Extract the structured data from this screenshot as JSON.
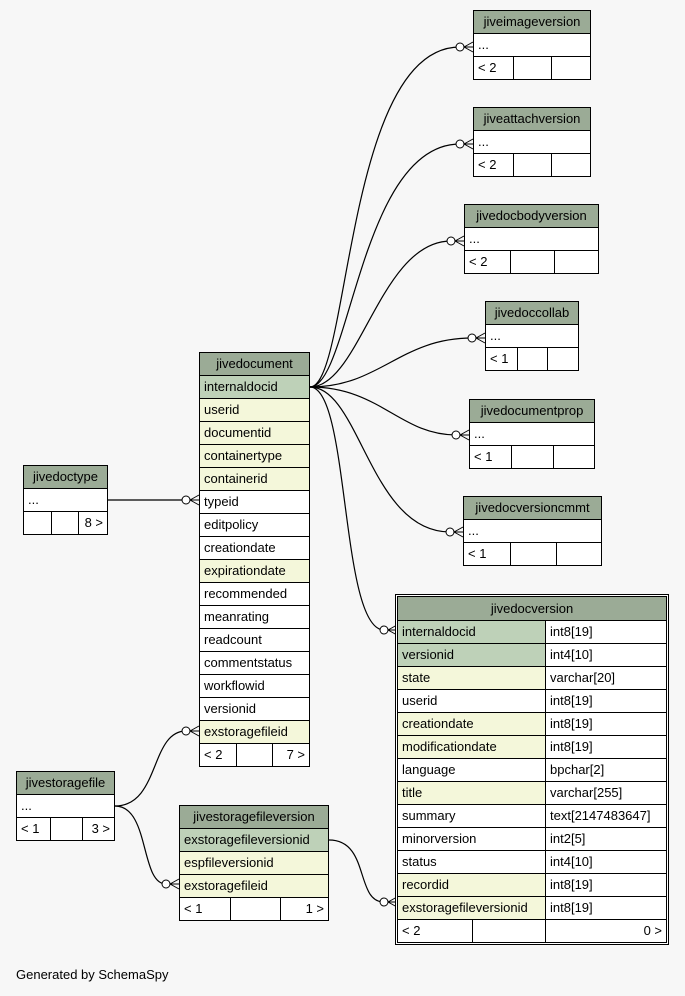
{
  "footer": {
    "generated_by": "Generated by SchemaSpy"
  },
  "tables": {
    "jiveimageversion": {
      "name": "jiveimageversion",
      "cols": [
        "..."
      ],
      "foot": [
        "< 2",
        "",
        ""
      ]
    },
    "jiveattachversion": {
      "name": "jiveattachversion",
      "cols": [
        "..."
      ],
      "foot": [
        "< 2",
        "",
        ""
      ]
    },
    "jivedocbodyversion": {
      "name": "jivedocbodyversion",
      "cols": [
        "..."
      ],
      "foot": [
        "< 2",
        "",
        ""
      ]
    },
    "jivedoccollab": {
      "name": "jivedoccollab",
      "cols": [
        "..."
      ],
      "foot": [
        "< 1",
        "",
        ""
      ]
    },
    "jivedocumentprop": {
      "name": "jivedocumentprop",
      "cols": [
        "..."
      ],
      "foot": [
        "< 1",
        "",
        ""
      ]
    },
    "jivedocversioncmmt": {
      "name": "jivedocversioncmmt",
      "cols": [
        "..."
      ],
      "foot": [
        "< 1",
        "",
        ""
      ]
    },
    "jivedoctype": {
      "name": "jivedoctype",
      "cols": [
        "..."
      ],
      "foot": [
        "",
        "",
        "8 >"
      ]
    },
    "jivestoragefile": {
      "name": "jivestoragefile",
      "cols": [
        "..."
      ],
      "foot": [
        "< 1",
        "",
        "3 >"
      ]
    },
    "jivedocument": {
      "name": "jivedocument",
      "cols": [
        "internaldocid",
        "userid",
        "documentid",
        "containertype",
        "containerid",
        "typeid",
        "editpolicy",
        "creationdate",
        "expirationdate",
        "recommended",
        "meanrating",
        "readcount",
        "commentstatus",
        "workflowid",
        "versionid",
        "exstoragefileid"
      ],
      "kinds": [
        "pk",
        "fk",
        "fk",
        "fk",
        "fk",
        "plain",
        "plain",
        "plain",
        "fk",
        "plain",
        "plain",
        "plain",
        "plain",
        "plain",
        "plain",
        "fk"
      ],
      "foot": [
        "< 2",
        "",
        "7 >"
      ]
    },
    "jivestoragefileversion": {
      "name": "jivestoragefileversion",
      "cols": [
        "exstoragefileversionid",
        "espfileversionid",
        "exstoragefileid"
      ],
      "kinds": [
        "pk",
        "fk",
        "fk"
      ],
      "foot": [
        "< 1",
        "",
        "1 >"
      ]
    },
    "jivedocversion": {
      "name": "jivedocversion",
      "cols": [
        {
          "name": "internaldocid",
          "type": "int8[19]",
          "kind": "pk"
        },
        {
          "name": "versionid",
          "type": "int4[10]",
          "kind": "pk"
        },
        {
          "name": "state",
          "type": "varchar[20]",
          "kind": "fk"
        },
        {
          "name": "userid",
          "type": "int8[19]",
          "kind": "plain"
        },
        {
          "name": "creationdate",
          "type": "int8[19]",
          "kind": "fk"
        },
        {
          "name": "modificationdate",
          "type": "int8[19]",
          "kind": "fk"
        },
        {
          "name": "language",
          "type": "bpchar[2]",
          "kind": "plain"
        },
        {
          "name": "title",
          "type": "varchar[255]",
          "kind": "fk"
        },
        {
          "name": "summary",
          "type": "text[2147483647]",
          "kind": "plain"
        },
        {
          "name": "minorversion",
          "type": "int2[5]",
          "kind": "plain"
        },
        {
          "name": "status",
          "type": "int4[10]",
          "kind": "plain"
        },
        {
          "name": "recordid",
          "type": "int8[19]",
          "kind": "fk"
        },
        {
          "name": "exstoragefileversionid",
          "type": "int8[19]",
          "kind": "fk"
        }
      ],
      "foot": [
        "< 2",
        "",
        "0 >"
      ]
    }
  },
  "colors": {
    "header": "#9bab96",
    "pk": "#bed1b8",
    "fk": "#f4f7da",
    "background": "#f7f7f7"
  }
}
